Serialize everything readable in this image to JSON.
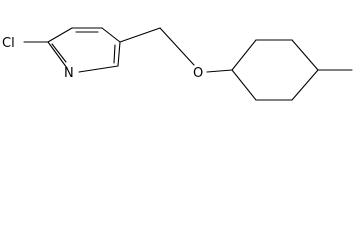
{
  "molecule": {
    "atoms": {
      "chlorine": "Cl",
      "nitrogen": "N",
      "oxygen": "O"
    }
  },
  "colors": {
    "background": "#ffffff",
    "ink": "#000000"
  }
}
